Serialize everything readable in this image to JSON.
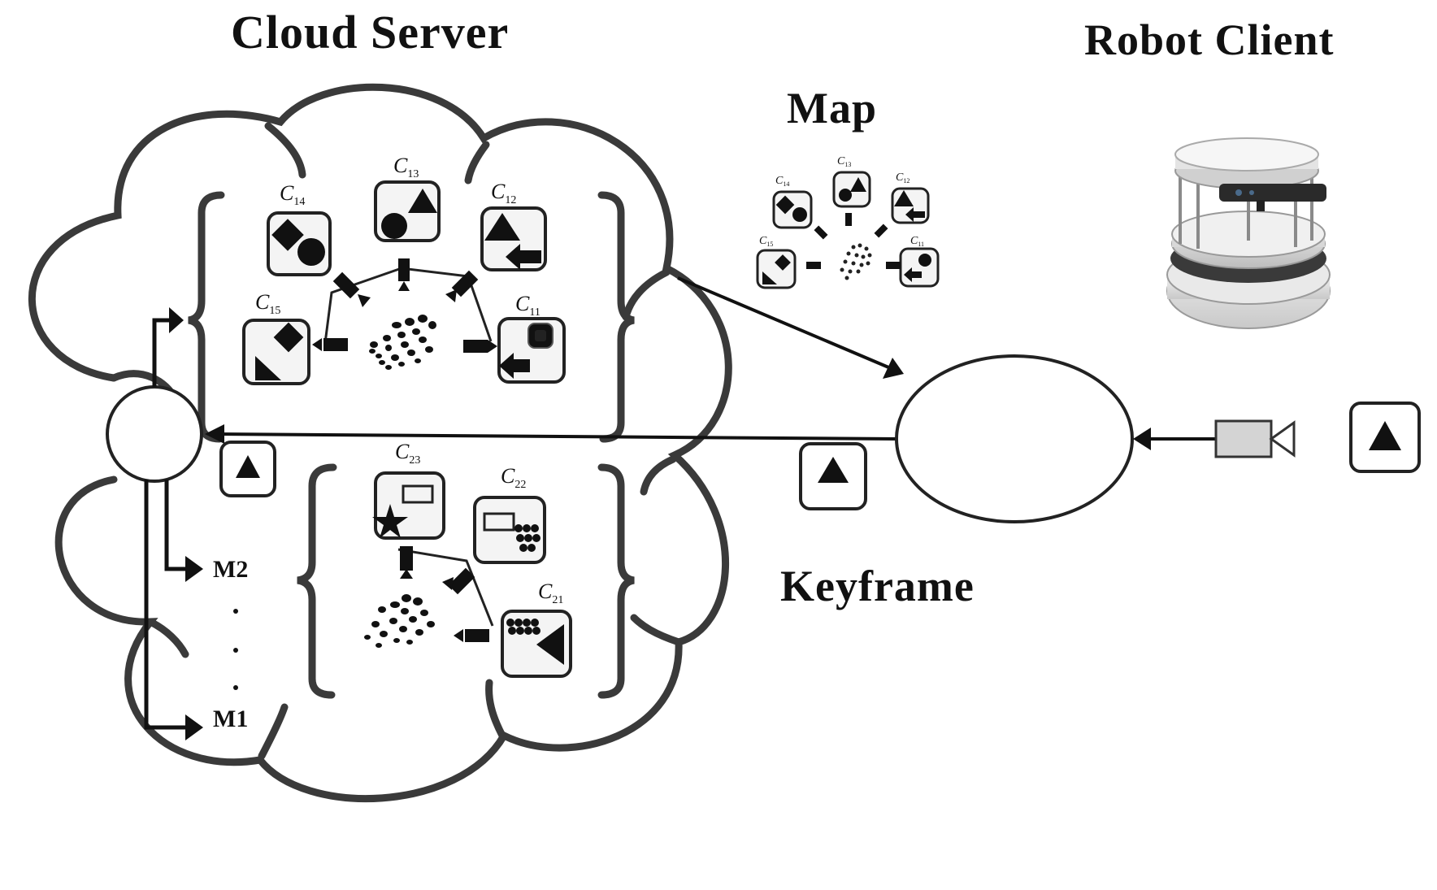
{
  "titles": {
    "cloud_server": "Cloud Server",
    "robot_client": "Robot Client",
    "map": "Map",
    "keyframe": "Keyframe"
  },
  "map_labels": {
    "m2": "M2",
    "m1": "M1"
  },
  "keyframe_labels": {
    "c11": {
      "base": "C",
      "sub": "11"
    },
    "c12": {
      "base": "C",
      "sub": "12"
    },
    "c13": {
      "base": "C",
      "sub": "13"
    },
    "c14": {
      "base": "C",
      "sub": "14"
    },
    "c15": {
      "base": "C",
      "sub": "15"
    },
    "c21": {
      "base": "C",
      "sub": "21"
    },
    "c22": {
      "base": "C",
      "sub": "22"
    },
    "c23": {
      "base": "C",
      "sub": "23"
    }
  },
  "colors": {
    "outline": "#3a3a3a",
    "ink": "#111111",
    "camera_fill": "#d4d4d4",
    "background": "#ffffff"
  },
  "icons": {
    "robot": "turtlebot-robot-icon",
    "camera": "camera-icon",
    "keyframe_card": "triangle-card-icon"
  }
}
